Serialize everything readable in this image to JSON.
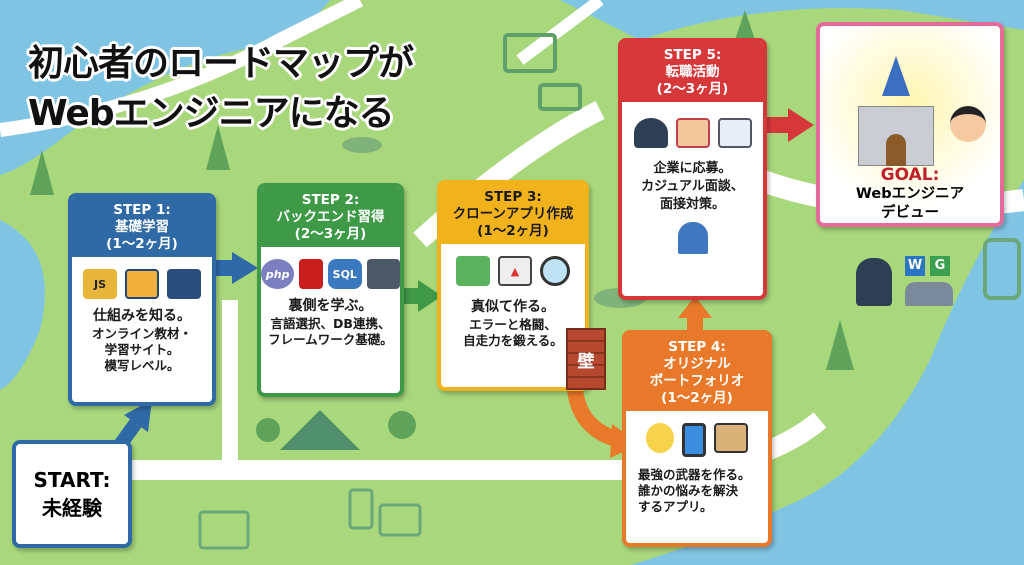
{
  "title": {
    "line1": "初心者のロードマップが",
    "line2": "Webエンジニアになる"
  },
  "colors": {
    "step1": "#2f69a6",
    "step2": "#3f9a48",
    "step3": "#f2b21b",
    "step4": "#e9792a",
    "step5": "#d6383a",
    "goal_border": "#e46a9a",
    "land": "#a8d77c",
    "water": "#80c4e4"
  },
  "start": {
    "label": "START:",
    "text": "未経験"
  },
  "steps": [
    {
      "step": "STEP 1:",
      "name": "基礎学習",
      "duration": "(1〜2ヶ月)",
      "icons": [
        "code-window-icon",
        "js-file-icon",
        "book-icon",
        "monitor-icon"
      ],
      "icon_text": {
        "js": "JS"
      },
      "lead": "仕組みを知る。",
      "lines": [
        "オンライン教材・",
        "学習サイト。",
        "模写レベル。"
      ]
    },
    {
      "step": "STEP 2:",
      "name": "バックエンド習得",
      "duration": "(2〜3ヶ月)",
      "icons": [
        "php-icon",
        "ruby-icon",
        "sql-database-icon",
        "server-icon"
      ],
      "icon_text": {
        "php": "php",
        "sql": "SQL"
      },
      "lead": "裏側を学ぶ。",
      "lines": [
        "言語選択、DB連携、",
        "フレームワーク基礎。"
      ]
    },
    {
      "step": "STEP 3:",
      "name": "クローンアプリ作成",
      "duration": "(1〜2ヶ月)",
      "icons": [
        "document-icon",
        "error-window-icon",
        "magnifier-icon"
      ],
      "lead": "真似て作る。",
      "lines": [
        "エラーと格闘、",
        "自走力を鍛える。"
      ]
    },
    {
      "step": "STEP 4:",
      "name1": "オリジナル",
      "name2": "ポートフォリオ",
      "duration": "(1〜2ヶ月)",
      "icons": [
        "lightbulb-icon",
        "smartphone-shield-icon",
        "folder-icon"
      ],
      "lines": [
        "最強の武器を作る。",
        "誰かの悩みを解決",
        "するアプリ。"
      ]
    },
    {
      "step": "STEP 5:",
      "name": "転職活動",
      "duration": "(2〜3ヶ月)",
      "icons": [
        "businessman-icon",
        "handshake-icon",
        "resume-icon"
      ],
      "lines": [
        "企業に応募。",
        "カジュアル面談、",
        "面接対策。"
      ]
    }
  ],
  "wall": {
    "label": "壁"
  },
  "goal": {
    "label": "GOAL:",
    "line1": "Webエンジニア",
    "line2": "デビュー"
  },
  "badges": {
    "w": "W",
    "g": "G"
  }
}
